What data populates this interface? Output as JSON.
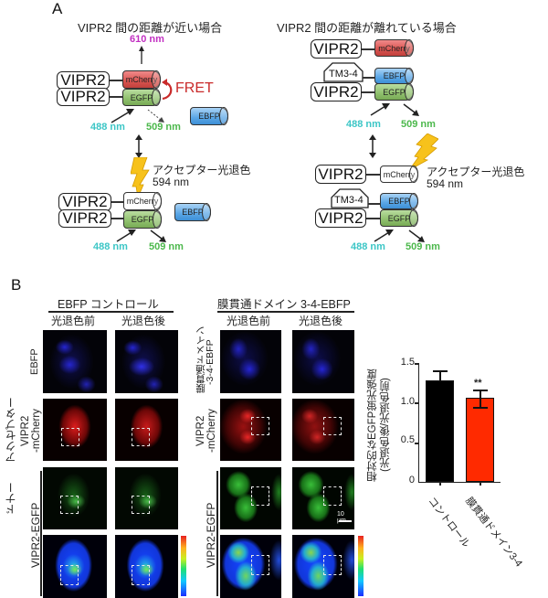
{
  "panelA": {
    "label": "A",
    "left": {
      "title": "VIPR2 間の距離が近い場合",
      "top": {
        "emission_acceptor": "610 nm",
        "box1": "VIPR2",
        "box2": "VIPR2",
        "cyl_acceptor": "mCherry",
        "cyl_donor": "EGFP",
        "cyl_free": "EBFP",
        "fret_label": "FRET",
        "excitation": "488 nm",
        "emission_donor": "509 nm"
      },
      "bleach_label": "アクセプター光退色",
      "bleach_wavelength": "594 nm",
      "bottom": {
        "box1": "VIPR2",
        "box2": "VIPR2",
        "cyl_acceptor": "mCherry",
        "cyl_donor": "EGFP",
        "cyl_free": "EBFP",
        "excitation": "488 nm",
        "emission_donor": "509 nm"
      }
    },
    "right": {
      "title": "VIPR2 間の距離が離れている場合",
      "top": {
        "box1": "VIPR2",
        "tm": "TM3-4",
        "box2": "VIPR2",
        "cyl_acceptor": "mCherry",
        "cyl_tm": "EBFP",
        "cyl_donor": "EGFP",
        "excitation": "488 nm",
        "emission_donor": "509 nm"
      },
      "bleach_label": "アクセプター光退色",
      "bleach_wavelength": "594 nm",
      "bottom": {
        "box1": "VIPR2",
        "tm": "TM3-4",
        "box2": "VIPR2",
        "cyl_acceptor": "mCherry",
        "cyl_tm": "EBFP",
        "cyl_donor": "EGFP",
        "excitation": "488 nm",
        "emission_donor": "509 nm"
      }
    }
  },
  "panelB": {
    "label": "B",
    "groups": [
      {
        "title": "EBFP コントロール",
        "columns": [
          "光退色前",
          "光退色後"
        ],
        "row_labels": [
          "EBFP",
          "VIPR2\n-mCherry",
          "VIPR2-EGFP"
        ]
      },
      {
        "title": "膜貫通ドメイン 3-4-EBFP",
        "columns": [
          "光退色前",
          "光退色後"
        ],
        "row_labels": [
          "膜貫通ドメイン\n-3-4-EBFP",
          "VIPR2\n-mCherry",
          "VIPR2-EGFP"
        ]
      }
    ],
    "side_labels": {
      "acceptor": "アクセプター",
      "donor": "ドナー"
    },
    "scale_bar": "10 µm",
    "row_labels_split": {
      "ebfp": "EBFP",
      "tm_line1": "膜貫通ドメイン",
      "tm_line2": "-3-4-EBFP",
      "mcherry_line1": "VIPR2",
      "mcherry_line2": "-mCherry",
      "egfp": "VIPR2-EGFP"
    }
  },
  "chart_data": {
    "type": "bar",
    "title": "",
    "categories": [
      "コントロール",
      "膜貫通ドメイン3-4"
    ],
    "values": [
      1.27,
      1.05
    ],
    "errors": [
      0.12,
      0.11
    ],
    "colors": [
      "#000000",
      "#ff2a00"
    ],
    "annotations": [
      {
        "category": "膜貫通ドメイン3-4",
        "text": "**"
      }
    ],
    "xlabel": "",
    "ylabel": "相対的なEGFP蛍光強度 (光退色後/光退色前)",
    "ylabel_line1": "相対的なEGFP蛍光強度",
    "ylabel_line2": "(光退色後/光退色前)",
    "ylim": [
      0,
      1.5
    ],
    "yticks": [
      "0",
      "0.5",
      "1.0",
      "1.5"
    ],
    "grid": false,
    "legend": "none"
  }
}
